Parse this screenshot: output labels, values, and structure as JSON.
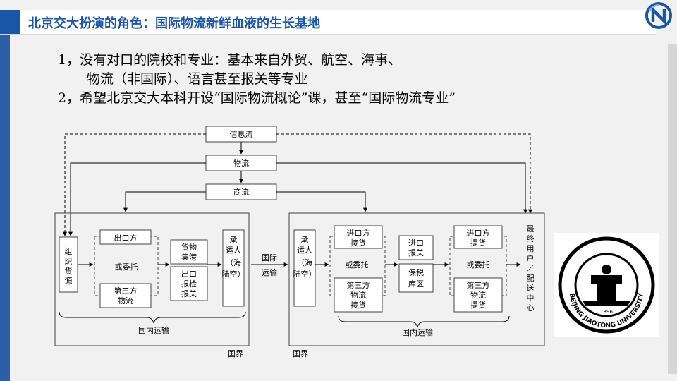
{
  "slide": {
    "title": "北京交大扮演的角色：国际物流新鲜血液的生长基地",
    "bullets": [
      "1，没有对口的院校和专业：基本来自外贸、航空、海事、",
      "物流（非国际）、语言甚至报关等专业",
      "2，希望北京交大本科开设“国际物流概论”课，甚至“国际物流专业”"
    ]
  },
  "diagram": {
    "flows": {
      "info": "信息流",
      "goods": "物流",
      "commerce": "商流"
    },
    "left_section": {
      "source": [
        "组",
        "织",
        "货",
        "源"
      ],
      "exporter": "出口方",
      "or_entrust": "或委托",
      "third_party": [
        "第三方",
        "物流"
      ],
      "port_ops": [
        "货物",
        "集港"
      ],
      "export_customs": [
        "出口",
        "报检",
        "报关"
      ],
      "carrier": [
        "承",
        "运人",
        "（海",
        "陆空）"
      ],
      "domestic_transport": "国内运输",
      "border": "国界"
    },
    "intl_transport": [
      "国际",
      "运输"
    ],
    "right_section": {
      "carrier": [
        "承",
        "运人",
        "（海",
        "陆空）"
      ],
      "importer": [
        "进口方",
        "接货"
      ],
      "or_entrust_1": "或委托",
      "third_party_receive": [
        "第三方",
        "物流",
        "接货"
      ],
      "import_customs": [
        "进口",
        "报关"
      ],
      "bonded": [
        "保税",
        "库区"
      ],
      "importer_pickup": [
        "进口方",
        "提货"
      ],
      "or_entrust_2": "或委托",
      "third_party_pickup": [
        "第三方",
        "物流",
        "提货"
      ],
      "end_user": [
        "最",
        "终",
        "用",
        "户",
        "／",
        "配",
        "送",
        "中",
        "心"
      ],
      "domestic_transport": "国内运输",
      "border": "国界"
    }
  },
  "seal": {
    "year": "1896",
    "motto": "BEIJING JIAOTONG UNIVERSITY"
  },
  "colors": {
    "title_blue": "#1a56a6",
    "stripe_blue": "#2d5fa8"
  }
}
